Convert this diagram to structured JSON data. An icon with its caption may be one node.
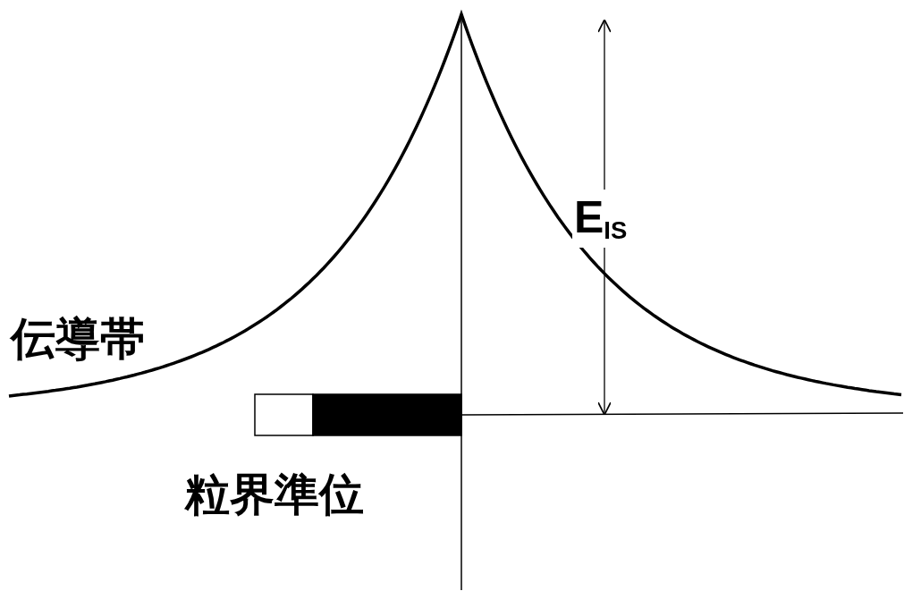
{
  "diagram": {
    "labels": [
      "E$_{IS}$",
      "伝導帯",
      "粒界準位"
    ]
  }
}
